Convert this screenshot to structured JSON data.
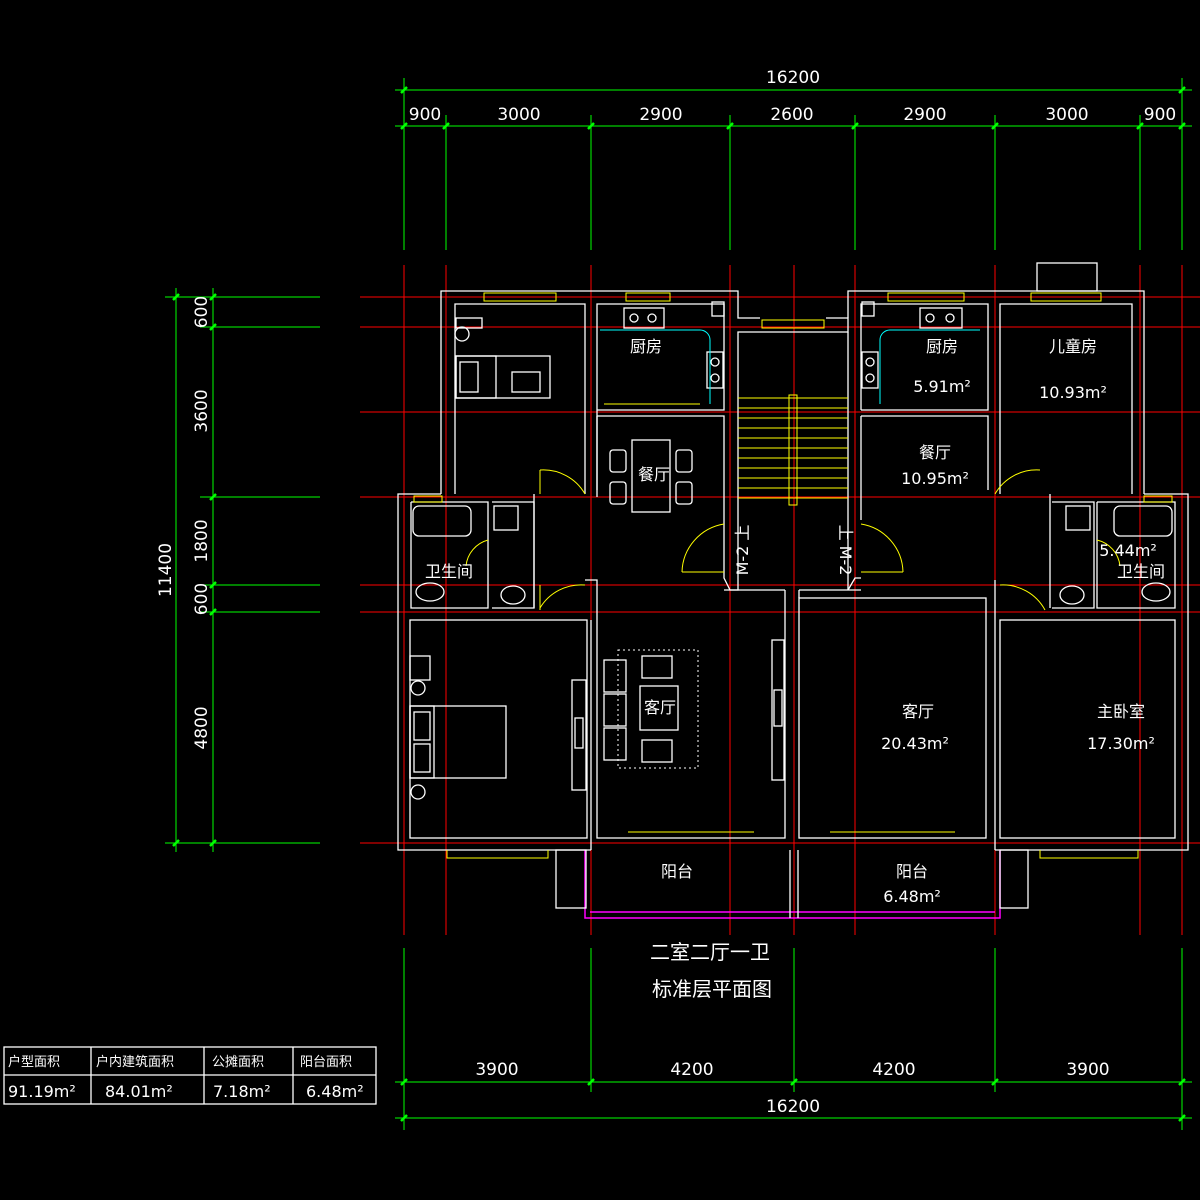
{
  "dims": {
    "top_total": "16200",
    "top_segments": [
      "900",
      "3000",
      "2900",
      "2600",
      "2900",
      "3000",
      "900"
    ],
    "bottom_total": "16200",
    "bottom_segments": [
      "3900",
      "4200",
      "4200",
      "3900"
    ],
    "left_total": "11400",
    "left_segments": [
      "600",
      "3600",
      "1800",
      "600",
      "4800"
    ]
  },
  "rooms": {
    "kitchen_left": "厨房",
    "kitchen_right": "厨房",
    "kitchen_right_area": "5.91m²",
    "kids_room": "儿童房",
    "kids_room_area": "10.93m²",
    "dining_left": "餐厅",
    "dining_right": "餐厅",
    "dining_right_area": "10.95m²",
    "bath_left": "卫生间",
    "bath_right": "卫生间",
    "bath_right_area": "5.44m²",
    "living_left": "客厅",
    "living_right": "客厅",
    "living_right_area": "20.43m²",
    "master": "主卧室",
    "master_area": "17.30m²",
    "balcony_left": "阳台",
    "balcony_right": "阳台",
    "balcony_right_area": "6.48m²",
    "stair_left": "M-2 上",
    "stair_right": "上 M-2"
  },
  "title": {
    "line1": "二室二厅一卫",
    "line2": "标准层平面图"
  },
  "table": {
    "headers": [
      "户型面积",
      "户内建筑面积",
      "公摊面积",
      "阳台面积"
    ],
    "values": [
      "91.19m²",
      "84.01m²",
      "7.18m²",
      "6.48m²"
    ]
  },
  "colors": {
    "background": "#000000",
    "dimension": "#00ff00",
    "axis": "#ff0000",
    "wall": "#ffffff",
    "window": "#ffff00",
    "balcony": "#ff00ff"
  }
}
